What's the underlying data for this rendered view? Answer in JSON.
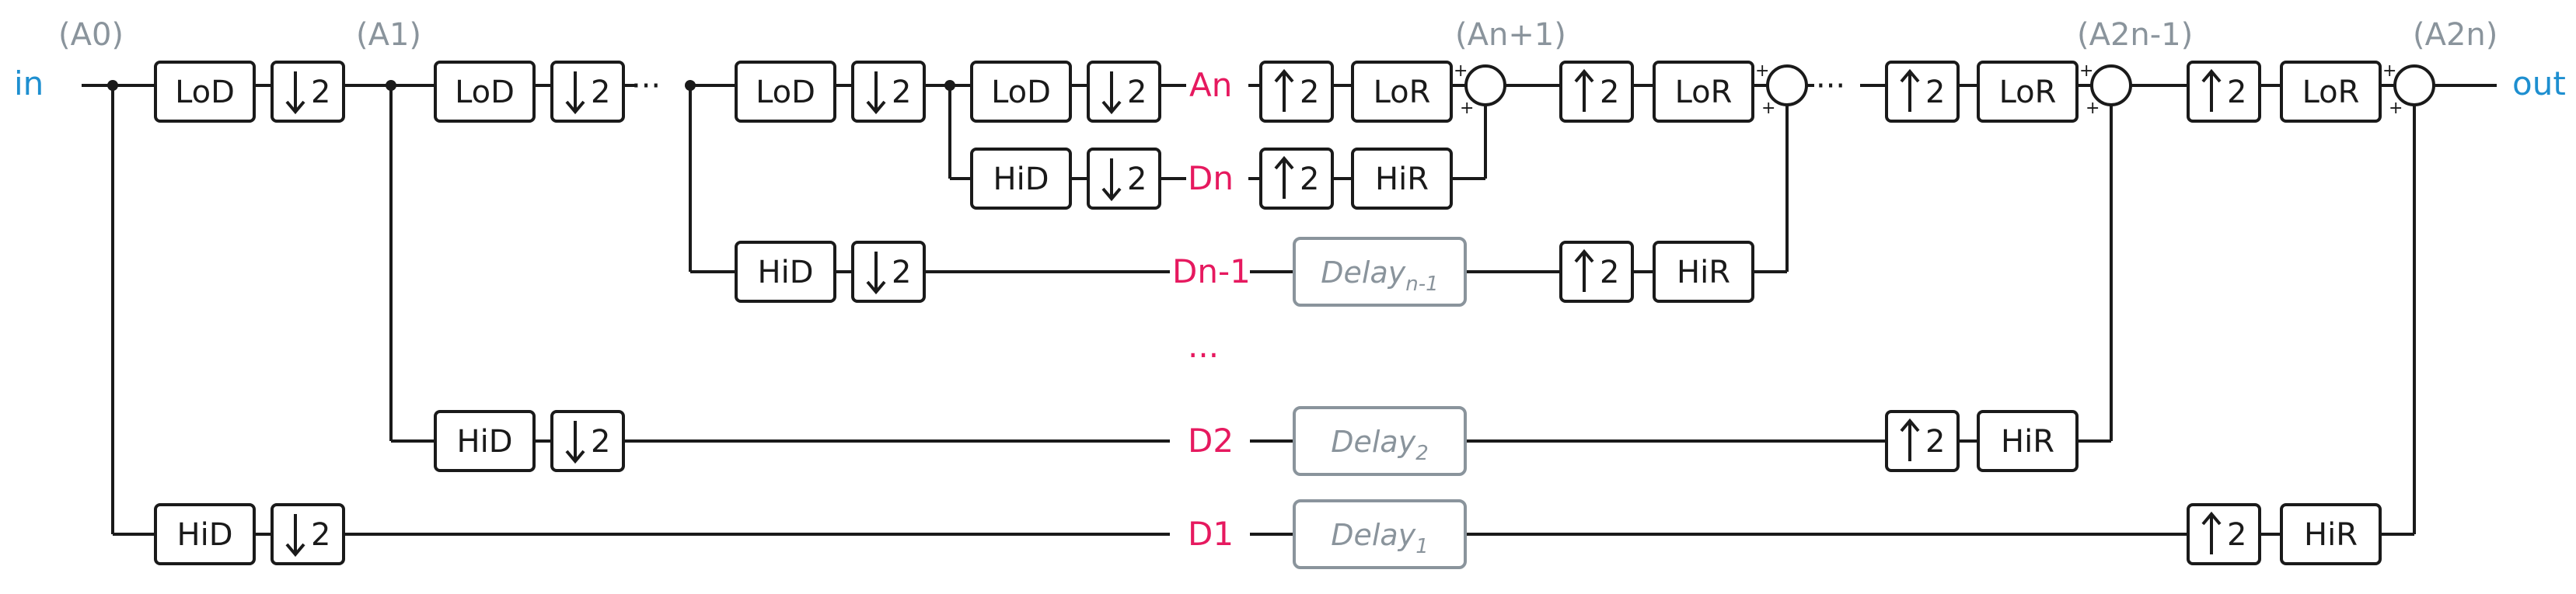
{
  "io": {
    "input": "in",
    "output": "out"
  },
  "nodes": {
    "a0": "(A0)",
    "a1": "(A1)",
    "an1": "(An+1)",
    "a2n1": "(A2n-1)",
    "a2n": "(A2n)"
  },
  "signals": {
    "an": "An",
    "dn": "Dn",
    "dn1": "Dn-1",
    "dots": "...",
    "d2": "D2",
    "d1": "D1"
  },
  "blocks": {
    "lod": "LoD",
    "hid": "HiD",
    "lor": "LoR",
    "hir": "HiR",
    "factor": "2"
  },
  "delays": {
    "word": "Delay",
    "n1": "n-1",
    "two": "2",
    "one": "1"
  },
  "ellipsis": "···",
  "sum_signs": "+",
  "colors": {
    "signal": "#e6195f",
    "io": "#1e8fd0",
    "node_label": "#8a949c",
    "delay": "#8a949c",
    "line": "#1a1a1a"
  },
  "icons": {
    "downsample": "down-arrow-icon",
    "upsample": "up-arrow-icon",
    "adder": "summing-junction-circle"
  }
}
